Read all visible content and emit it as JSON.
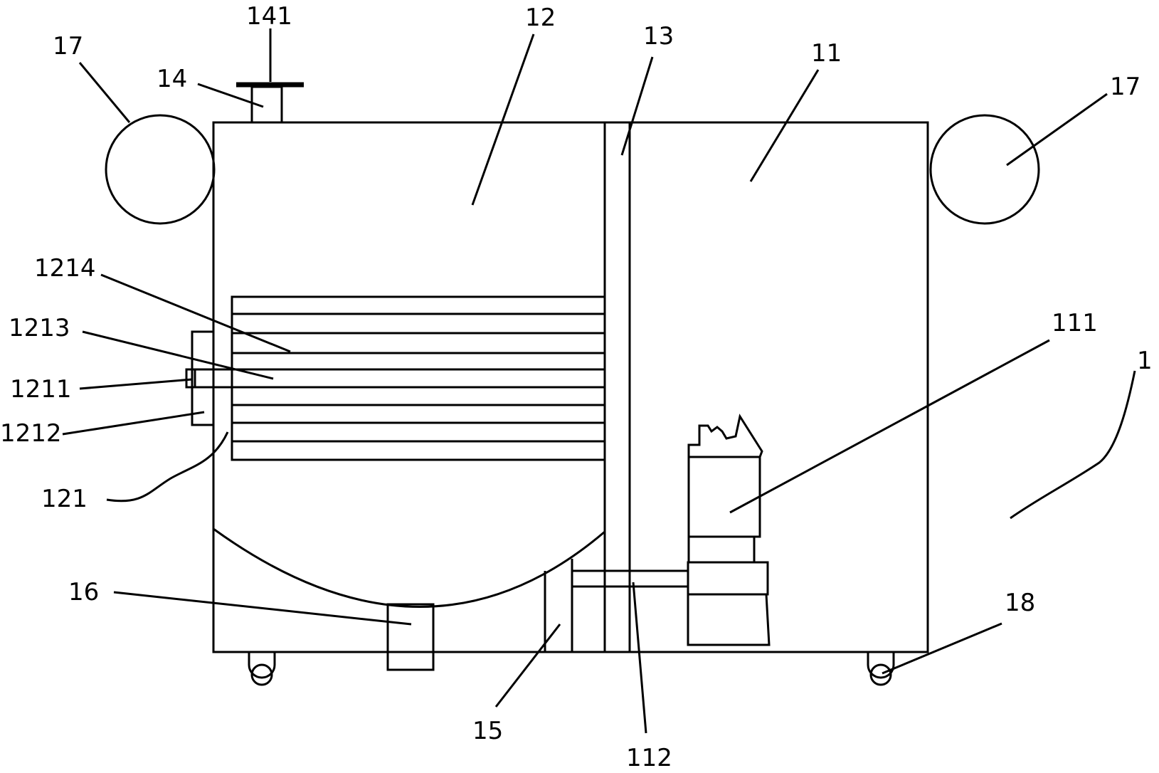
{
  "labels": {
    "l17_left": "17",
    "l141": "141",
    "l14": "14",
    "l12": "12",
    "l13": "13",
    "l11": "11",
    "l17_right": "17",
    "l1214": "1214",
    "l1213": "1213",
    "l1211": "1211",
    "l1212": "1212",
    "l121": "121",
    "l111": "111",
    "l1": "1",
    "l16": "16",
    "l18": "18",
    "l15": "15",
    "l112": "112"
  }
}
